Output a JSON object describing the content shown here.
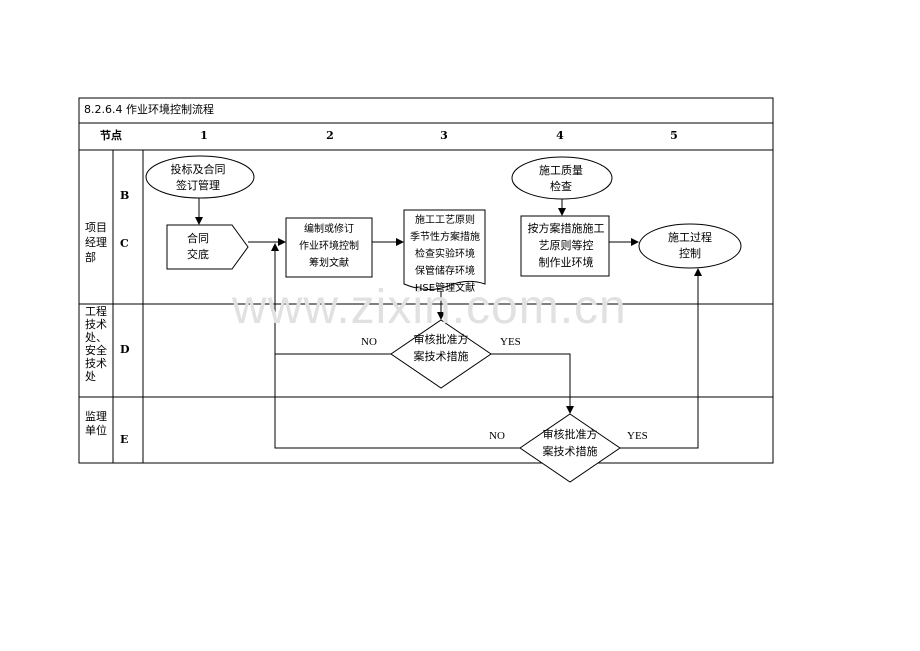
{
  "title": "8.2.6.4 作业环境控制流程",
  "header": {
    "node_label": "节点",
    "columns": [
      "1",
      "2",
      "3",
      "4",
      "5"
    ]
  },
  "rows": {
    "project_manager": {
      "label": [
        "项目",
        "经理",
        "部"
      ],
      "codes": [
        "B",
        "C"
      ]
    },
    "engineering": {
      "label": [
        "工程",
        "技术",
        "处、",
        "安全",
        "技术",
        "处"
      ],
      "code": "D"
    },
    "supervision": {
      "label": [
        "监理",
        "单位"
      ],
      "code": "E"
    }
  },
  "nodes": {
    "bid_contract": [
      "投标及合同",
      "签订管理"
    ],
    "handover": [
      "合同",
      "交底"
    ],
    "compile_doc": [
      "编制或修订",
      "作业环境控制",
      "筹划文献"
    ],
    "principles_doc": [
      "施工工艺原则",
      "季节性方案措施",
      "检查实验环境",
      "保管储存环境",
      "HSE管理文献"
    ],
    "construction_quality": [
      "施工质量",
      "检查"
    ],
    "implement": [
      "按方案措施施工",
      "艺原则等控",
      "制作业环境"
    ],
    "process_control": [
      "施工过程",
      "控制"
    ],
    "review_d": [
      "审核批准方",
      "案技术措施"
    ],
    "review_e": [
      "审核批准方",
      "案技术措施"
    ]
  },
  "edges": {
    "d_no": "NO",
    "d_yes": "YES",
    "e_no": "NO",
    "e_yes": "YES"
  },
  "watermark": "www.zixin.com.cn"
}
